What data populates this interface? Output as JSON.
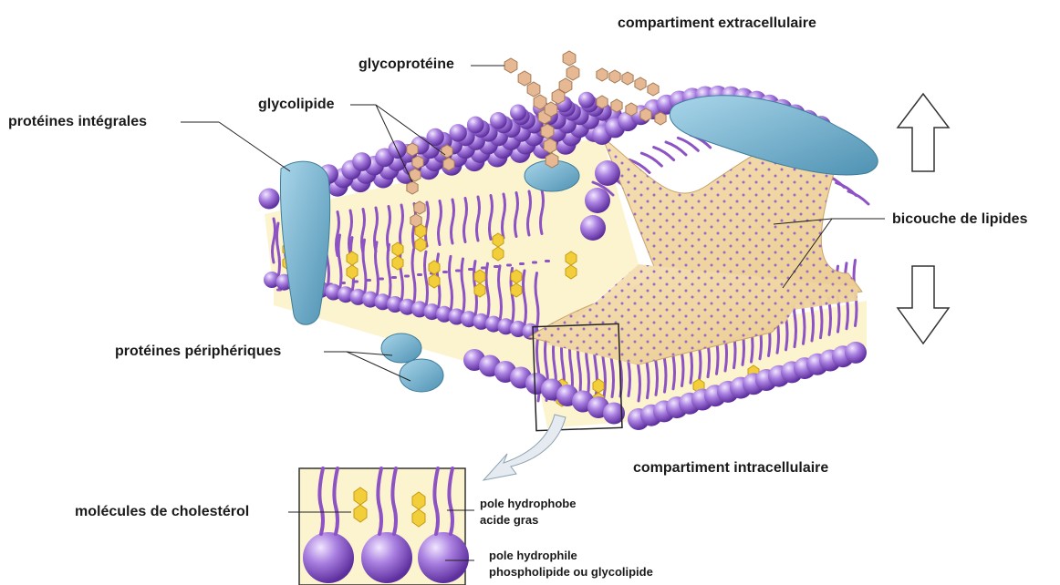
{
  "labels": {
    "extracellular": "compartiment extracellulaire",
    "intracellular": "compartiment intracellulaire",
    "glycoprotein": "glycoprotéine",
    "glycolipid": "glycolipide",
    "integral_proteins": "protéines intégrales",
    "peripheral_proteins": "protéines périphériques",
    "lipid_bilayer": "bicouche de lipides",
    "cholesterol": "molécules de cholestérol",
    "hydrophobe_1": "pole  hydrophobe",
    "hydrophobe_2": "acide gras",
    "hydrophile_1": "pole hydrophile",
    "hydrophile_2": "phospholipide ou glycolipide"
  },
  "colors": {
    "head": "#9b6fd6",
    "head_dark": "#6a3fae",
    "tail": "#8d52c4",
    "cholesterol": "#f2cf3a",
    "interior": "#fbf4cf",
    "sheet": "#f3d9a3",
    "protein": "#7fb9d3",
    "sugar": "#e6b894"
  }
}
